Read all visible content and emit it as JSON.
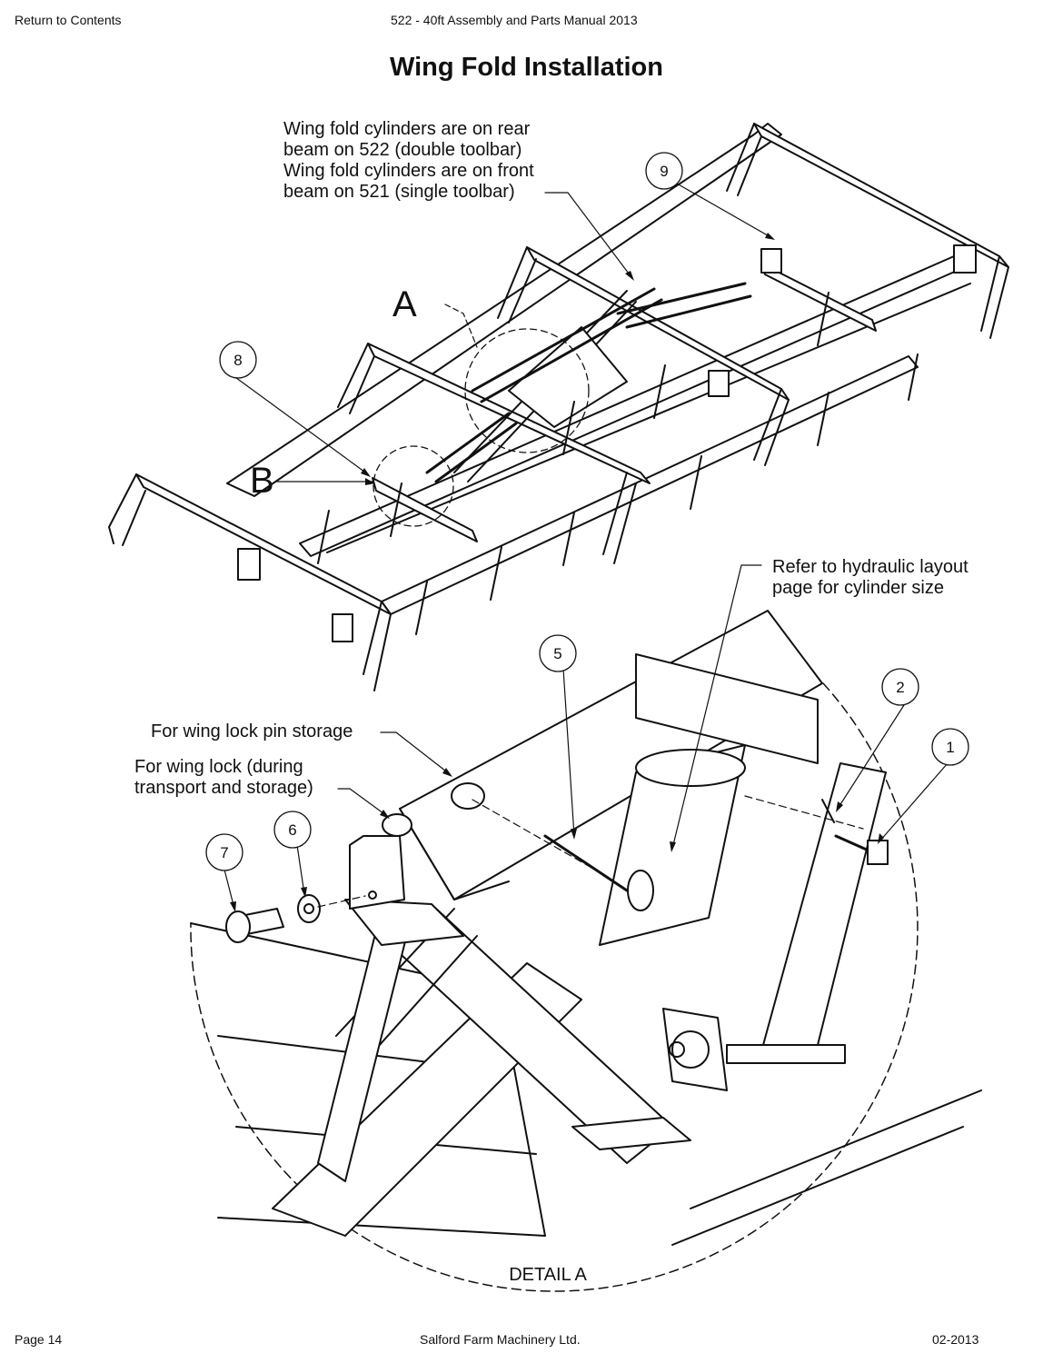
{
  "header": {
    "return_link": "Return to Contents",
    "manual_title": "522 - 40ft Assembly and Parts Manual 2013"
  },
  "page_title": "Wing Fold Installation",
  "notes": {
    "wing_fold_cylinders": [
      "Wing fold cylinders are on rear",
      "beam on 522 (double toolbar)",
      "Wing fold cylinders are on front",
      "beam on 521 (single toolbar)"
    ],
    "hydraulic_layout": [
      "Refer to hydraulic layout",
      "page for cylinder size"
    ],
    "pin_storage": "For wing lock pin storage",
    "wing_lock": [
      "For wing lock (during",
      "transport and storage)"
    ]
  },
  "detail_labels": {
    "a": "A",
    "b": "B"
  },
  "detail_caption": "DETAIL A",
  "balloons": [
    "1",
    "2",
    "5",
    "6",
    "7",
    "8",
    "9"
  ],
  "footer": {
    "page": "Page 14",
    "company": "Salford Farm Machinery Ltd.",
    "date": "02-2013"
  }
}
